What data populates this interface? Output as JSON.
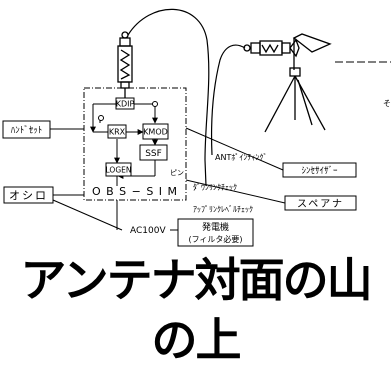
{
  "labels": {
    "kdip": "KDIP",
    "krx": "KRX",
    "kmod": "KMOD",
    "logen": "LOGEN",
    "ssf": "SSF",
    "obs_sim": "O B S − S I M",
    "pin": "ピン",
    "handset": "ﾊﾝﾄﾞｾｯﾄ",
    "oscilloscope": "オシロ",
    "ant_point": "ANTﾎﾟｲﾝﾃｨﾝｸﾞ",
    "synthesizer": "ｼﾝｾｻｲｻﾞｰ",
    "down_link_check": "ﾀﾞｳﾝﾘﾝｸﾁｪｯｸ",
    "up_link_level_check": "ｱｯﾌﾟﾘﾝｸﾚﾍﾞﾙﾁｪｯｸ",
    "spectrum_analyzer": "スペアナ",
    "ac100v": "AC100V",
    "generator_line1": "発電機",
    "generator_line2": "(フィルタ必要)",
    "edge_fragment": "そ"
  },
  "caption": "アンテナ対面の山の上"
}
